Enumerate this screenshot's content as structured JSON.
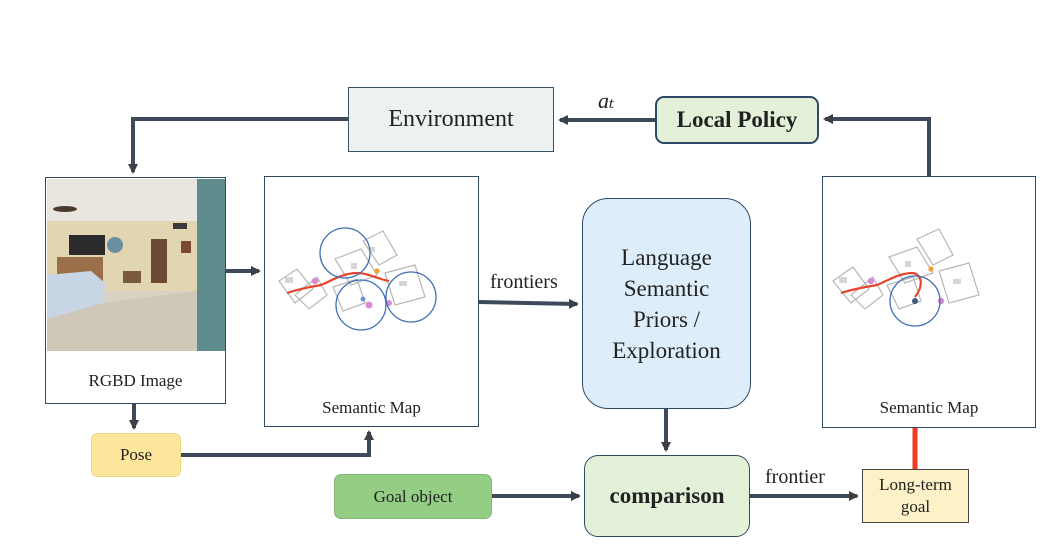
{
  "nodes": {
    "environment": "Environment",
    "local_policy": "Local Policy",
    "language_priors": "Language\nSemantic\nPriors /\nExploration",
    "comparison": "comparison",
    "goal_object": "Goal object",
    "pose": "Pose",
    "long_term_goal": "Long-term\ngoal"
  },
  "panels": {
    "rgbd_caption": "RGBD Image",
    "semantic_map_caption": "Semantic Map",
    "semantic_map_caption_right": "Semantic Map"
  },
  "edges": {
    "action": "aₜ",
    "frontiers": "frontiers",
    "frontier": "frontier"
  },
  "colors": {
    "arrow": "#3c3f44",
    "long_term_arrow": "#f23a26",
    "trajectory": "#e8452d",
    "circle": "#3f6fb5"
  }
}
